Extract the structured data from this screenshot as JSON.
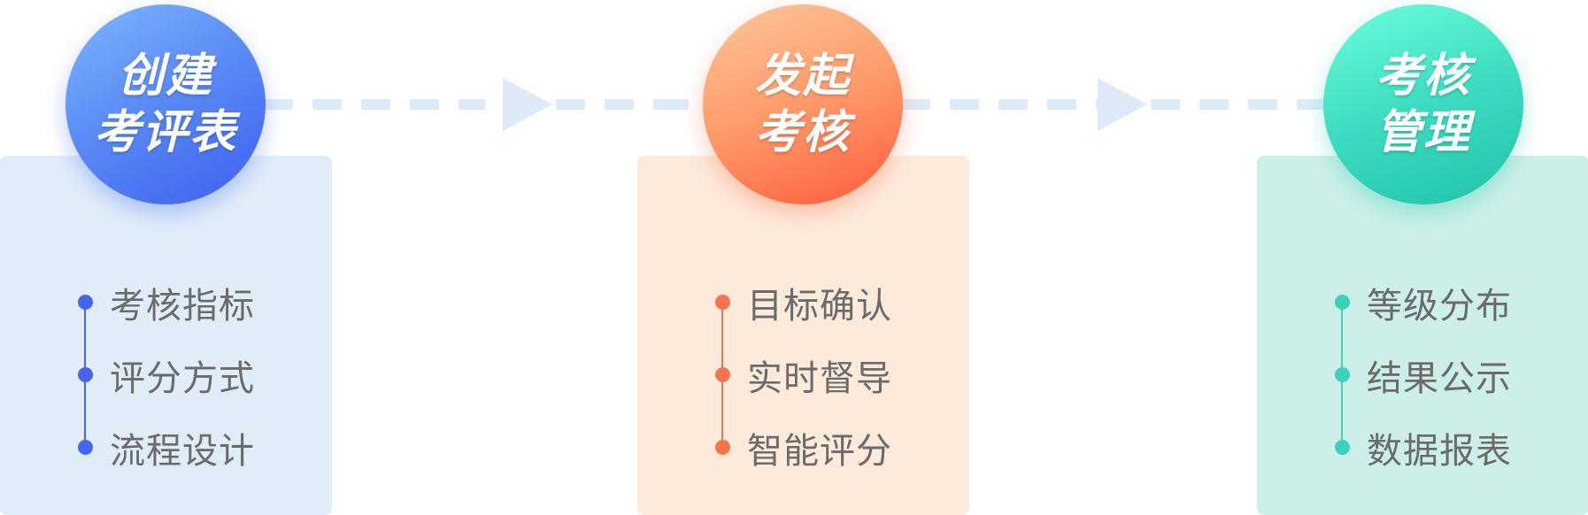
{
  "steps": [
    {
      "title_line1": "创建",
      "title_line2": "考评表",
      "items": [
        "考核指标",
        "评分方式",
        "流程设计"
      ]
    },
    {
      "title_line1": "发起",
      "title_line2": "考核",
      "items": [
        "目标确认",
        "实时督导",
        "智能评分"
      ]
    },
    {
      "title_line1": "考核",
      "title_line2": "管理",
      "items": [
        "等级分布",
        "结果公示",
        "数据报表"
      ]
    }
  ],
  "colors": {
    "blue_accent": "#4a63ee",
    "orange_accent": "#f37550",
    "teal_accent": "#3ed0ba",
    "connector": "#dfeaf8"
  }
}
